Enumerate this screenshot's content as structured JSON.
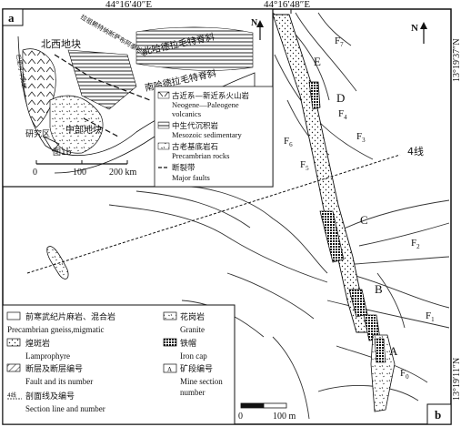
{
  "coords": {
    "top_left": "44°16′40″E",
    "top_right": "44°16′48″E",
    "right_top": "13°19′37″N",
    "right_bottom": "13°19′11″N"
  },
  "inset_a": {
    "panel_label": "a",
    "north": "N",
    "regions": {
      "northwest_block": "北西地块",
      "central_block": "中部地块",
      "north_hadera": "北哈德拉毛特脊斜",
      "south_hadera": "南哈德拉毛特脊斜",
      "fault_label": "拉祖赖特纳断萨布阿泰地堑",
      "study_area": "研究区",
      "west_fault": "巴里河·中央断",
      "fig1b": "图1b"
    },
    "scale": {
      "t0": "0",
      "t1": "100",
      "t2": "200 km"
    },
    "legend": [
      {
        "cn": "古近系—新近系火山岩",
        "en1": "Neogene—Paleogene",
        "en2": "volcanics"
      },
      {
        "cn": "中生代沉积岩",
        "en1": "Mesozoic sedimentary",
        "en2": ""
      },
      {
        "cn": "古老基底岩石",
        "en1": "Precambrian rocks",
        "en2": ""
      },
      {
        "cn": "断裂带",
        "en1": "Major faults",
        "en2": ""
      }
    ]
  },
  "panel_b": {
    "panel_label": "b",
    "north": "N",
    "line_label": "4线",
    "faults": {
      "f0": "F0",
      "f1": "F1",
      "f2": "F2",
      "f3": "F3",
      "f4": "F4",
      "f5": "F5",
      "f6": "F6",
      "f7": "F7"
    },
    "sections": {
      "a": "A",
      "b": "B",
      "c": "C",
      "d": "D",
      "e": "E"
    },
    "scale": {
      "t0": "0",
      "t1": "100 m"
    },
    "legend": [
      {
        "cn": "前寒武纪片麻岩、混合岩",
        "en": "Precambrian gneiss,migmatic"
      },
      {
        "cn": "花岗岩",
        "en": "Granite"
      },
      {
        "cn": "煌斑岩",
        "en": "Lamprophyre"
      },
      {
        "cn": "铁帽",
        "en": "Iron cap"
      },
      {
        "cn": "断层及断层编号",
        "en": "Fault and its number"
      },
      {
        "cn": "矿段编号",
        "en": "Mine section",
        "en2": "number",
        "sym": "A"
      },
      {
        "cn": "剖面线及编号",
        "en": "Section line and number",
        "sym": "4线"
      }
    ]
  }
}
